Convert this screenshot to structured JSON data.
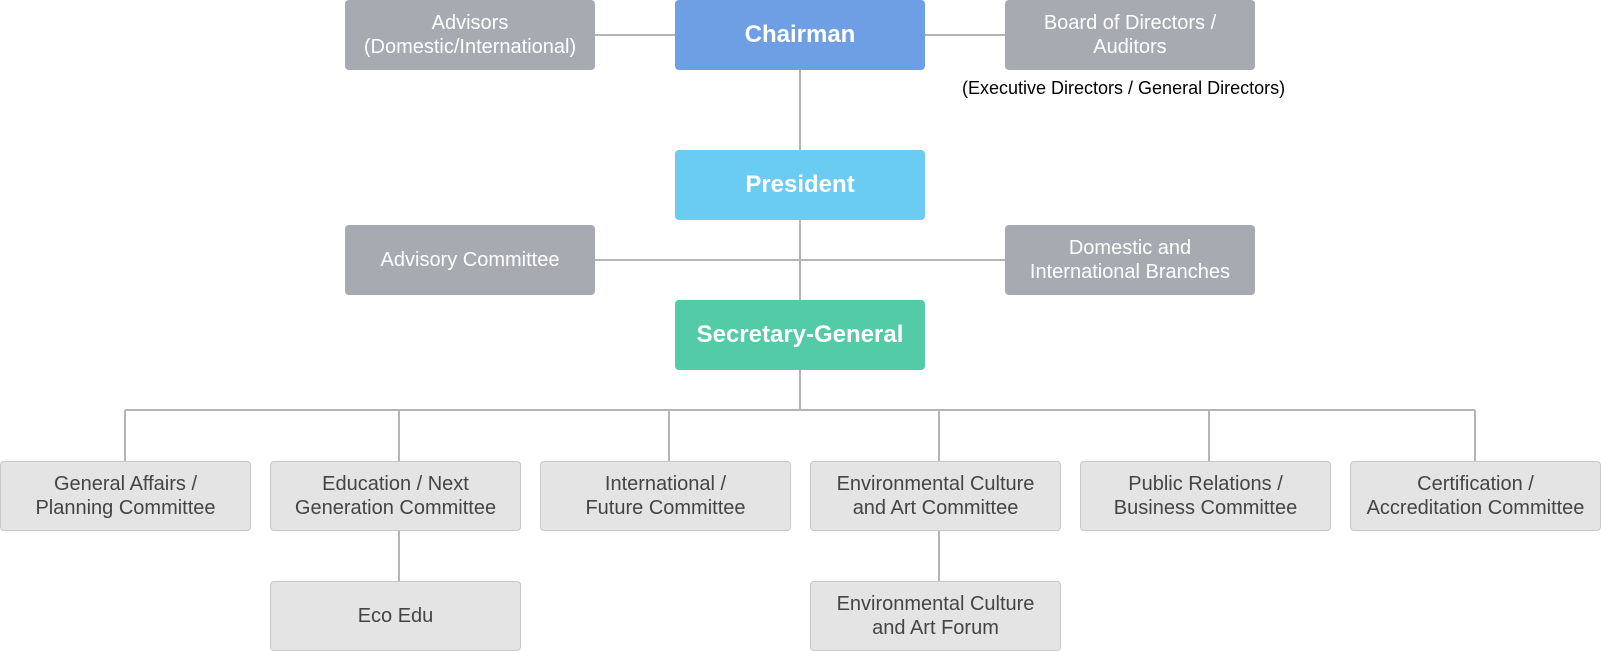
{
  "top": {
    "advisors": "Advisors\n(Domestic/International)",
    "chairman": "Chairman",
    "board": "Board of Directors /\nAuditors",
    "board_note": "(Executive Directors / General Directors)"
  },
  "middle": {
    "president": "President",
    "advisory_committee": "Advisory Committee",
    "branches": "Domestic and\nInternational Branches",
    "secretary_general": "Secretary-General"
  },
  "committees": [
    "General Affairs /\nPlanning Committee",
    "Education / Next\nGeneration Committee",
    "International /\nFuture Committee",
    "Environmental Culture\nand Art Committee",
    "Public Relations /\nBusiness Committee",
    "Certification /\nAccreditation Committee"
  ],
  "subunits": {
    "eco_edu": "Eco Edu",
    "forum": "Environmental Culture\nand Art Forum"
  },
  "colors": {
    "chairman": "#6e9fe5",
    "president": "#6bccf3",
    "secretary_general": "#53cba6",
    "side_box": "#a7abb1",
    "committee_box": "#e4e4e4",
    "connector": "#b5b5b5"
  }
}
